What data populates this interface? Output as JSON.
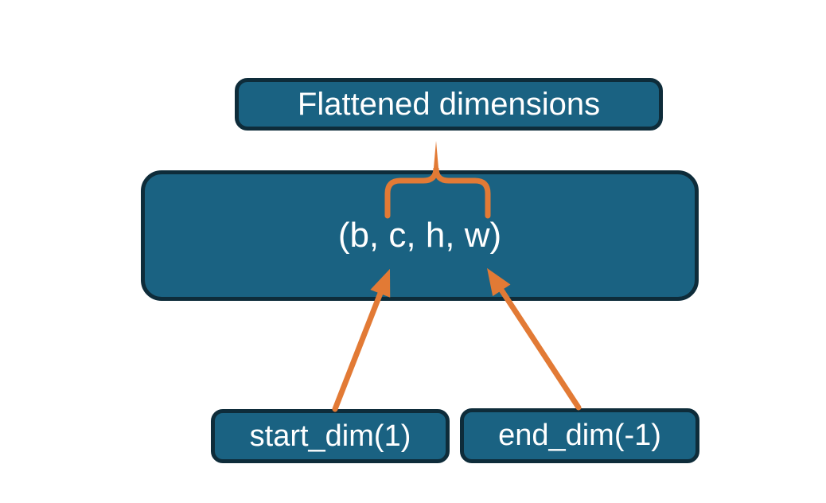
{
  "diagram": {
    "title_box": {
      "label": "Flattened dimensions"
    },
    "tensor_box": {
      "label": "(b, c, h, w)"
    },
    "start_box": {
      "label": "start_dim(1)"
    },
    "end_box": {
      "label": "end_dim(-1)"
    },
    "colors": {
      "box_fill": "#1A6282",
      "box_border": "#0E2C3A",
      "arrow": "#E27A35",
      "text": "#FFFFFF",
      "background": "#FFFFFF"
    }
  }
}
